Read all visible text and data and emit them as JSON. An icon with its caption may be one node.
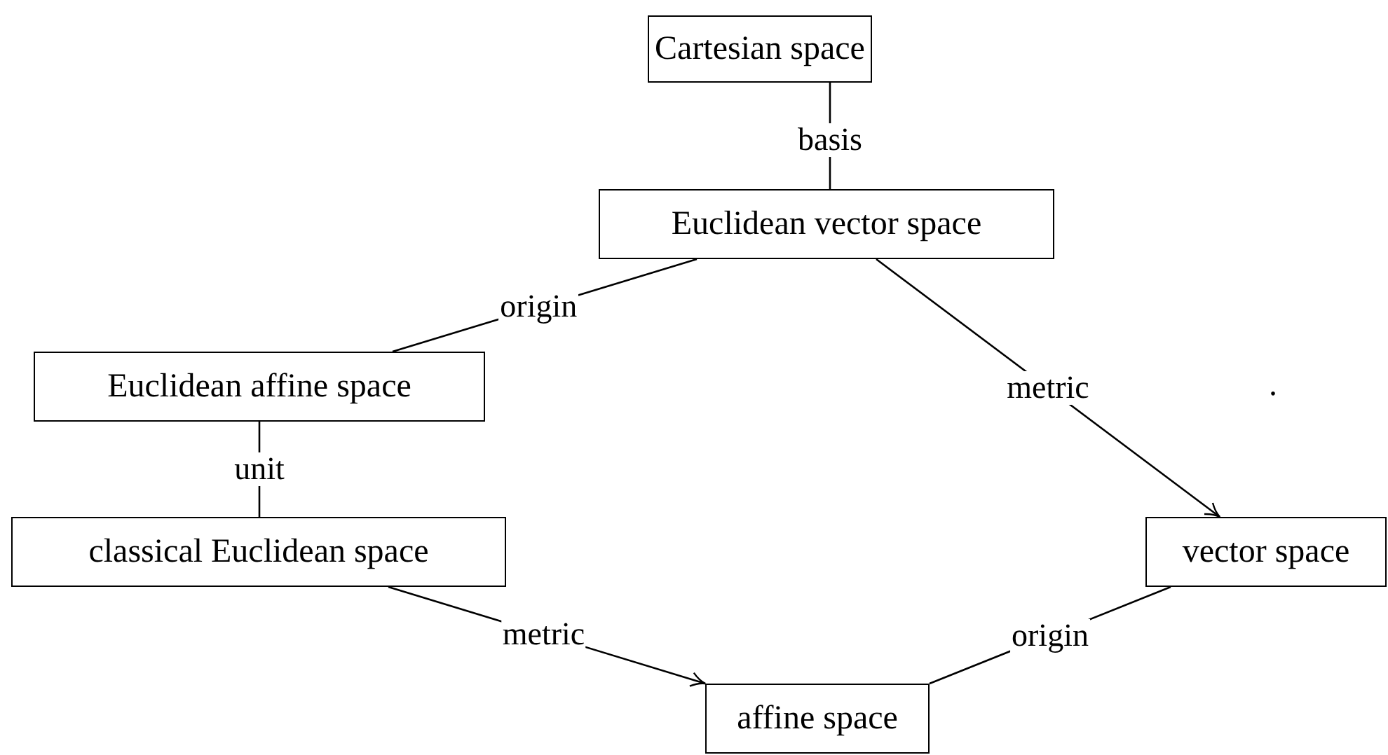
{
  "diagram": {
    "nodes": [
      {
        "text": [
          "Cartesian space"
        ]
      },
      {
        "text": [
          "Euclidean vector space"
        ]
      },
      {
        "text": [
          "Euclidean affine space"
        ]
      },
      {
        "text": [
          "classical Euclidean space"
        ]
      },
      {
        "text": [
          "vector space"
        ]
      },
      {
        "text": [
          "affine space"
        ]
      }
    ],
    "edges": [
      {
        "from": 0,
        "to": 1,
        "arrow": "none",
        "label": "basis"
      },
      {
        "from": 1,
        "to": 2,
        "arrow": "none",
        "label": "origin"
      },
      {
        "from": 1,
        "to": 4,
        "arrow": "to",
        "label": "metric"
      },
      {
        "from": 2,
        "to": 3,
        "arrow": "none",
        "label": "unit"
      },
      {
        "from": 3,
        "to": 5,
        "arrow": "to",
        "label": "metric"
      },
      {
        "from": 4,
        "to": 5,
        "arrow": "none",
        "label": "origin"
      }
    ],
    "labels": [
      "."
    ]
  }
}
